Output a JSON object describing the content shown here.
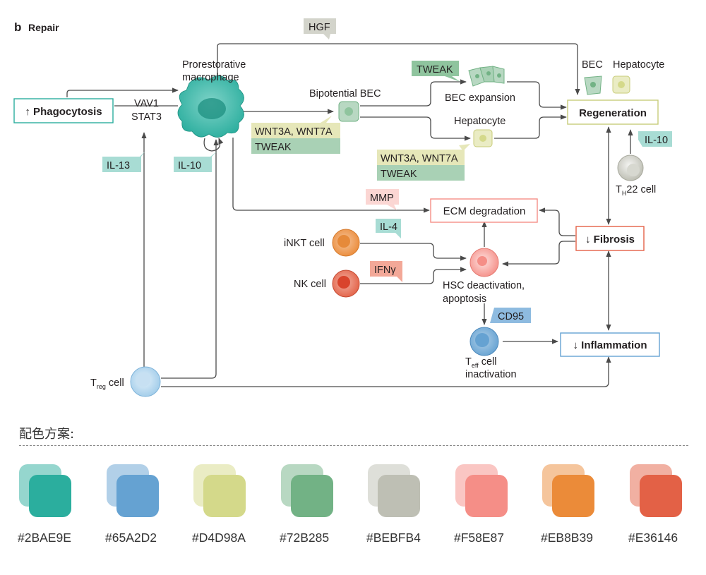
{
  "panel": {
    "letter": "b",
    "title": "Repair"
  },
  "signals": {
    "hgf": "HGF",
    "tweak_bec": "TWEAK",
    "wnt_upper": "WNT3A, WNT7A",
    "tweak_upper": "TWEAK",
    "wnt_lower": "WNT3A, WNT7A",
    "tweak_lower": "TWEAK",
    "il13": "IL-13",
    "il10_mac": "IL-10",
    "il10_th22": "IL-10",
    "mmp": "MMP",
    "il4": "IL-4",
    "ifng": "IFNγ",
    "cd95": "CD95"
  },
  "labels": {
    "macrophage_line1": "Prorestorative",
    "macrophage_line2": "macrophage",
    "vav1": "VAV1",
    "stat3": "STAT3",
    "bipotential_bec": "Bipotential BEC",
    "bec_expansion": "BEC expansion",
    "hepatocyte_mid": "Hepatocyte",
    "bec_top": "BEC",
    "hepatocyte_top": "Hepatocyte",
    "th22_main": "T",
    "th22_sub": "H",
    "th22_rest": "22 cell",
    "inkt": "iNKT cell",
    "nk": "NK cell",
    "hsc_line1": "HSC deactivation,",
    "hsc_line2": "apoptosis",
    "teff_main": "T",
    "teff_sub": "eff",
    "teff_rest": " cell",
    "teff_line2": "inactivation",
    "treg_main": "T",
    "treg_sub": "reg",
    "treg_rest": " cell"
  },
  "outcomes": {
    "phagocytosis": "↑ Phagocytosis",
    "regeneration": "Regeneration",
    "ecm": "ECM degradation",
    "fibrosis": "↓ Fibrosis",
    "inflammation": "↓ Inflammation"
  },
  "palette": {
    "title": "配色方案:",
    "swatches": [
      {
        "hex": "#2BAE9E",
        "light": "#95D6CE"
      },
      {
        "hex": "#65A2D2",
        "light": "#B2D0E8"
      },
      {
        "hex": "#D4D98A",
        "light": "#EAECC4"
      },
      {
        "hex": "#72B285",
        "light": "#B8D8C2"
      },
      {
        "hex": "#BEBFB4",
        "light": "#DEDFD9"
      },
      {
        "hex": "#F58E87",
        "light": "#FAC6C3"
      },
      {
        "hex": "#EB8B39",
        "light": "#F5C59C"
      },
      {
        "hex": "#E36146",
        "light": "#F1B0A2"
      }
    ]
  }
}
